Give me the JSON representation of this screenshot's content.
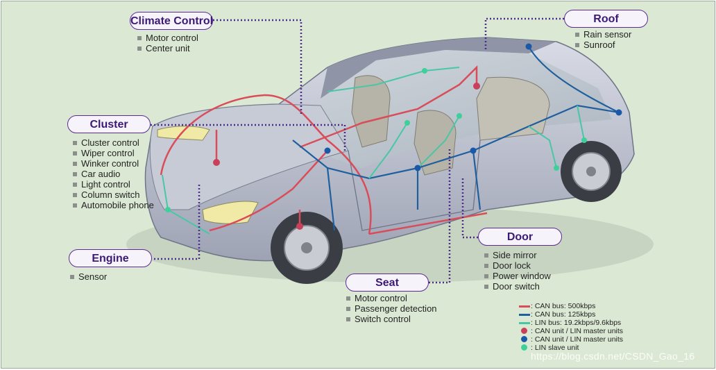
{
  "colors": {
    "can500": "#d94c5a",
    "can125": "#1f5f9e",
    "lin": "#49c7a5",
    "can_unit_lin_master_red": "#c8405a",
    "can_unit_lin_master_blue": "#1a58a8",
    "lin_slave": "#3fcf9a",
    "connector": "#4a2a8a"
  },
  "groups": {
    "climate": {
      "title": "Climate Control",
      "items": [
        "Motor control",
        "Center unit"
      ]
    },
    "roof": {
      "title": "Roof",
      "items": [
        "Rain sensor",
        "Sunroof"
      ]
    },
    "cluster": {
      "title": "Cluster",
      "items": [
        "Cluster control",
        "Wiper control",
        "Winker control",
        "Car audio",
        "Light control",
        "Column switch",
        "Automobile phone"
      ]
    },
    "engine": {
      "title": "Engine",
      "items": [
        "Sensor"
      ]
    },
    "door": {
      "title": "Door",
      "items": [
        "Side mirror",
        "Door lock",
        "Power window",
        "Door switch"
      ]
    },
    "seat": {
      "title": "Seat",
      "items": [
        "Motor control",
        "Passenger detection",
        "Switch control"
      ]
    }
  },
  "legend": [
    {
      "marker": "line",
      "color": "#d94c5a",
      "label": ": CAN bus: 500kbps"
    },
    {
      "marker": "line",
      "color": "#1f5f9e",
      "label": ": CAN bus: 125kbps"
    },
    {
      "marker": "line",
      "color": "#49c7a5",
      "label": ": LIN bus: 19.2kbps/9.6kbps"
    },
    {
      "marker": "dot",
      "color": "#c8405a",
      "label": ": CAN unit / LIN master units"
    },
    {
      "marker": "dot",
      "color": "#1a58a8",
      "label": ": CAN unit / LIN master units"
    },
    {
      "marker": "dot",
      "color": "#3fcf9a",
      "label": ": LIN slave unit"
    }
  ],
  "watermark": "https://blog.csdn.net/CSDN_Gao_16"
}
